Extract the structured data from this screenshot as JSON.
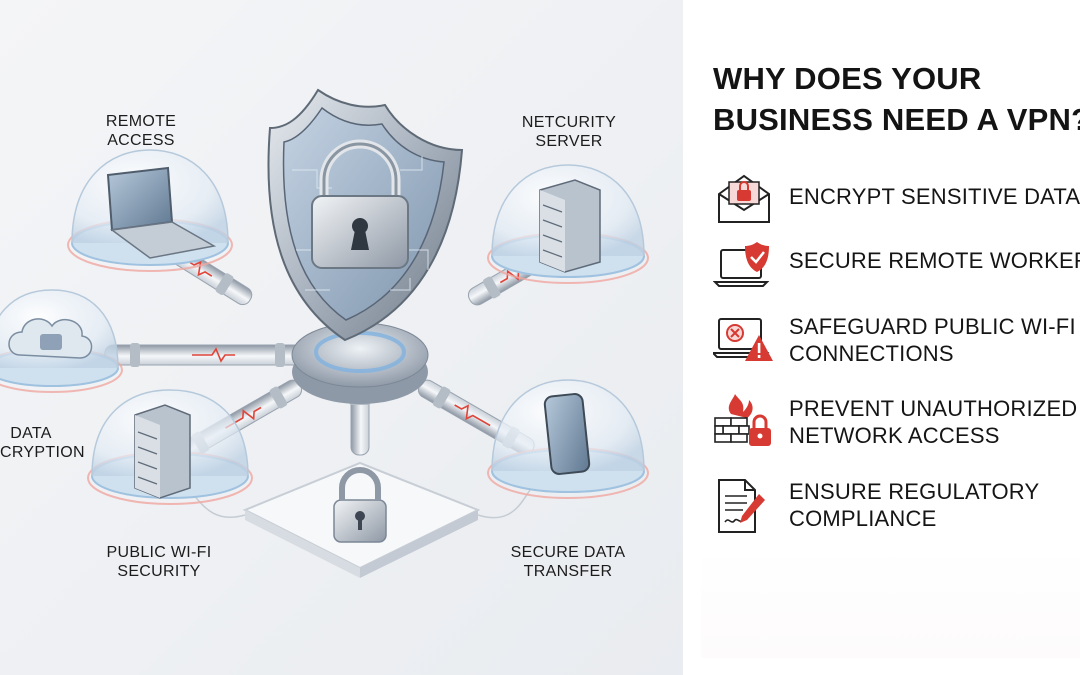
{
  "illustration": {
    "nodes": {
      "remote_access": [
        "REMOTE",
        "ACCESS"
      ],
      "netcurity_server": [
        "NETCURITY",
        "SERVER"
      ],
      "data_encryption": [
        "DATA",
        "ENCRYPTION"
      ],
      "public_wifi": [
        "PUBLIC WI-FI",
        "SECURITY"
      ],
      "secure_transfer": [
        "SECURE DATA",
        "TRANSFER"
      ]
    }
  },
  "panel": {
    "title": [
      "WHY DOES YOUR",
      "BUSINESS NEED A VPN?"
    ],
    "benefits": [
      {
        "icon": "envelope-lock-icon",
        "lines": [
          "ENCRYPT SENSITIVE DATA"
        ]
      },
      {
        "icon": "laptop-shield-icon",
        "lines": [
          "SECURE REMOTE WORKERS"
        ]
      },
      {
        "icon": "laptop-warning-icon",
        "lines": [
          "SAFEGUARD PUBLIC WI-FI",
          "CONNECTIONS"
        ]
      },
      {
        "icon": "firewall-lock-icon",
        "lines": [
          "PREVENT UNAUTHORIZED",
          "NETWORK ACCESS"
        ]
      },
      {
        "icon": "document-pen-icon",
        "lines": [
          "ENSURE REGULATORY",
          "COMPLIANCE"
        ]
      }
    ]
  },
  "colors": {
    "accent_red": "#d63a32",
    "steel": "#9aa6b4",
    "glass": "#dce8f3",
    "text": "#151515"
  }
}
